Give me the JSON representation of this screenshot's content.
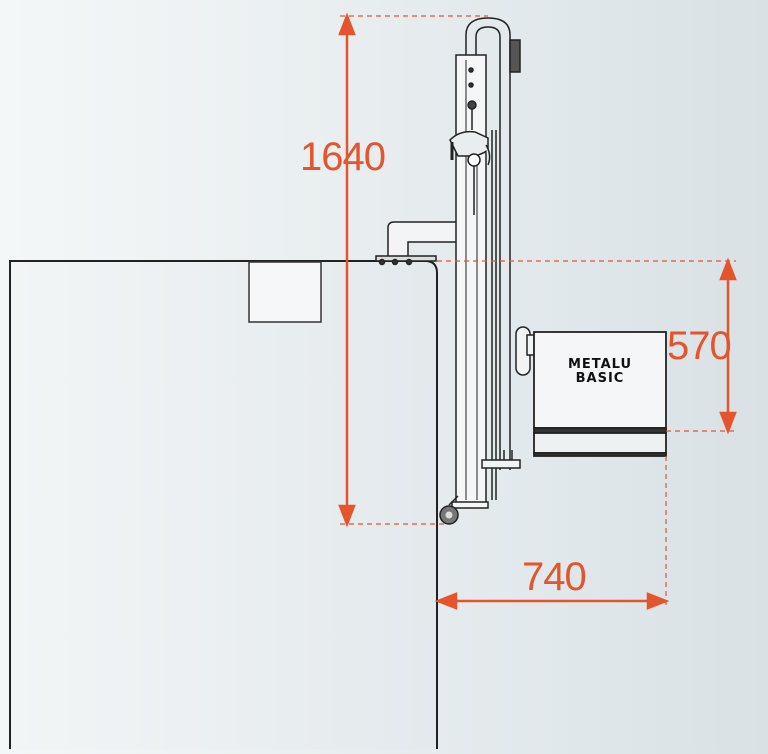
{
  "dimensions": {
    "height_total": "1640",
    "tank_height": "570",
    "reach": "740"
  },
  "product": {
    "line1": "METALU",
    "line2": "BASIC"
  },
  "colors": {
    "dimension": "#e4552e",
    "outline": "#222222",
    "background": "#e8eef0"
  }
}
